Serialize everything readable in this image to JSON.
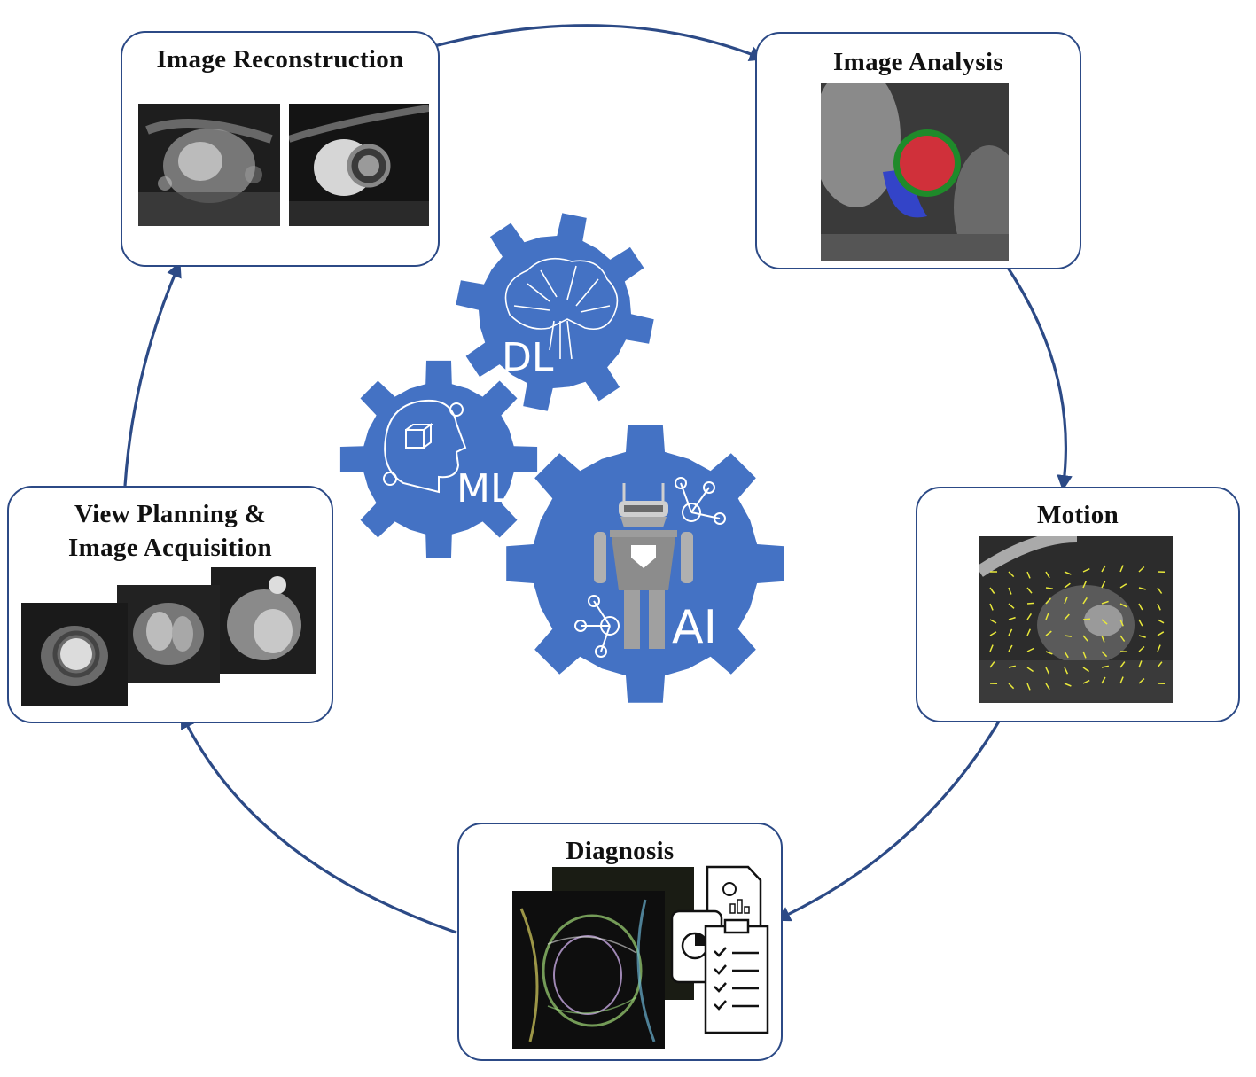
{
  "stages": {
    "reconstruction": {
      "title": "Image Reconstruction"
    },
    "analysis": {
      "title": "Image Analysis"
    },
    "motion": {
      "title": "Motion"
    },
    "diagnosis": {
      "title": "Diagnosis"
    },
    "planning": {
      "title_line1": "View Planning &",
      "title_line2": "Image Acquisition"
    }
  },
  "gears": {
    "dl": {
      "label": "DL",
      "icon": "brain-circuit-icon"
    },
    "ml": {
      "label": "ML",
      "icon": "head-thinking-icon"
    },
    "ai": {
      "label": "AI",
      "icon": "robot-icon"
    }
  },
  "colors": {
    "gear_blue": "#4472c4",
    "arrow_navy": "#2c4a86",
    "segmentation_red": "#d0303a",
    "segmentation_green": "#1f8a2a",
    "segmentation_blue": "#3344c8",
    "motion_vectors": "#e8e83a"
  }
}
